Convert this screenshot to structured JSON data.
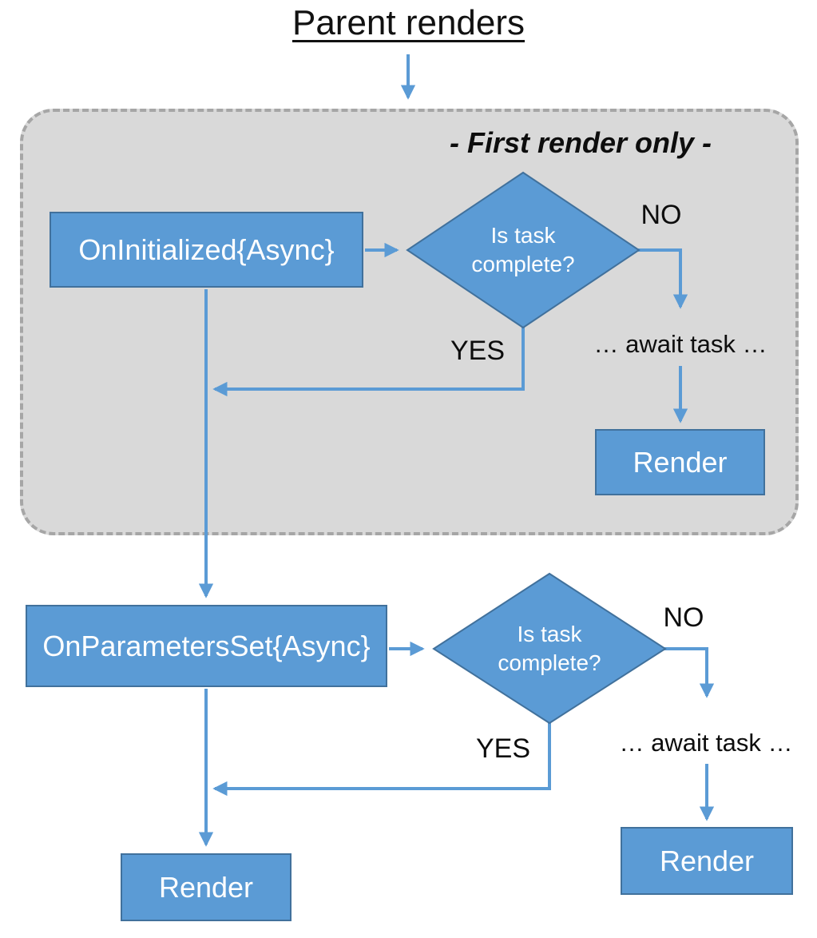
{
  "title": "Parent renders",
  "colors": {
    "node_fill": "#5B9BD5",
    "node_border": "#41719C",
    "connector": "#5B9BD5",
    "group_fill": "#D9D9D9",
    "group_border": "#A6A6A6",
    "text_dark": "#000000",
    "text_light": "#FFFFFF"
  },
  "first_render": {
    "group_label": "- First render only -",
    "lifecycle_box": "OnInitialized{Async}",
    "decision": "Is task complete?",
    "no": "NO",
    "yes": "YES",
    "await_note": "… await task …",
    "render": "Render"
  },
  "every_render": {
    "lifecycle_box": "OnParametersSet{Async}",
    "decision": "Is task complete?",
    "no": "NO",
    "yes": "YES",
    "await_note": "… await task …",
    "render_no": "Render",
    "render_yes": "Render"
  }
}
